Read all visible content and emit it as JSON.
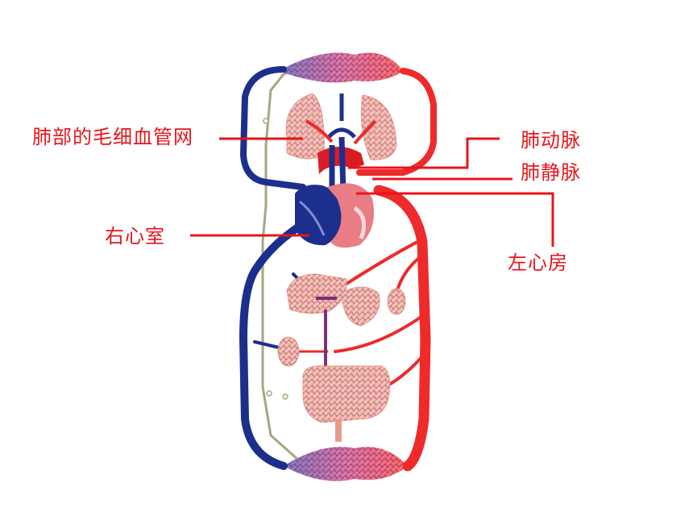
{
  "labels": {
    "pulmonary_capillary_network": "肺部的毛细血管网",
    "pulmonary_artery": "肺动脉",
    "pulmonary_vein": "肺静脉",
    "right_ventricle": "右心室",
    "left_atrium": "左心房"
  },
  "colors": {
    "label_text": "#e8141b",
    "artery_red": "#ee2a2a",
    "vein_blue": "#1c2f8c",
    "lymph_gray": "#a9a582",
    "tissue_pink": "#f3c1b4",
    "capillary_purple": "#7c2f7a"
  },
  "icons": [
    "human-circulatory-system-diagram",
    "heart-icon",
    "lung-icon",
    "liver-icon",
    "kidney-icon",
    "intestine-icon"
  ]
}
